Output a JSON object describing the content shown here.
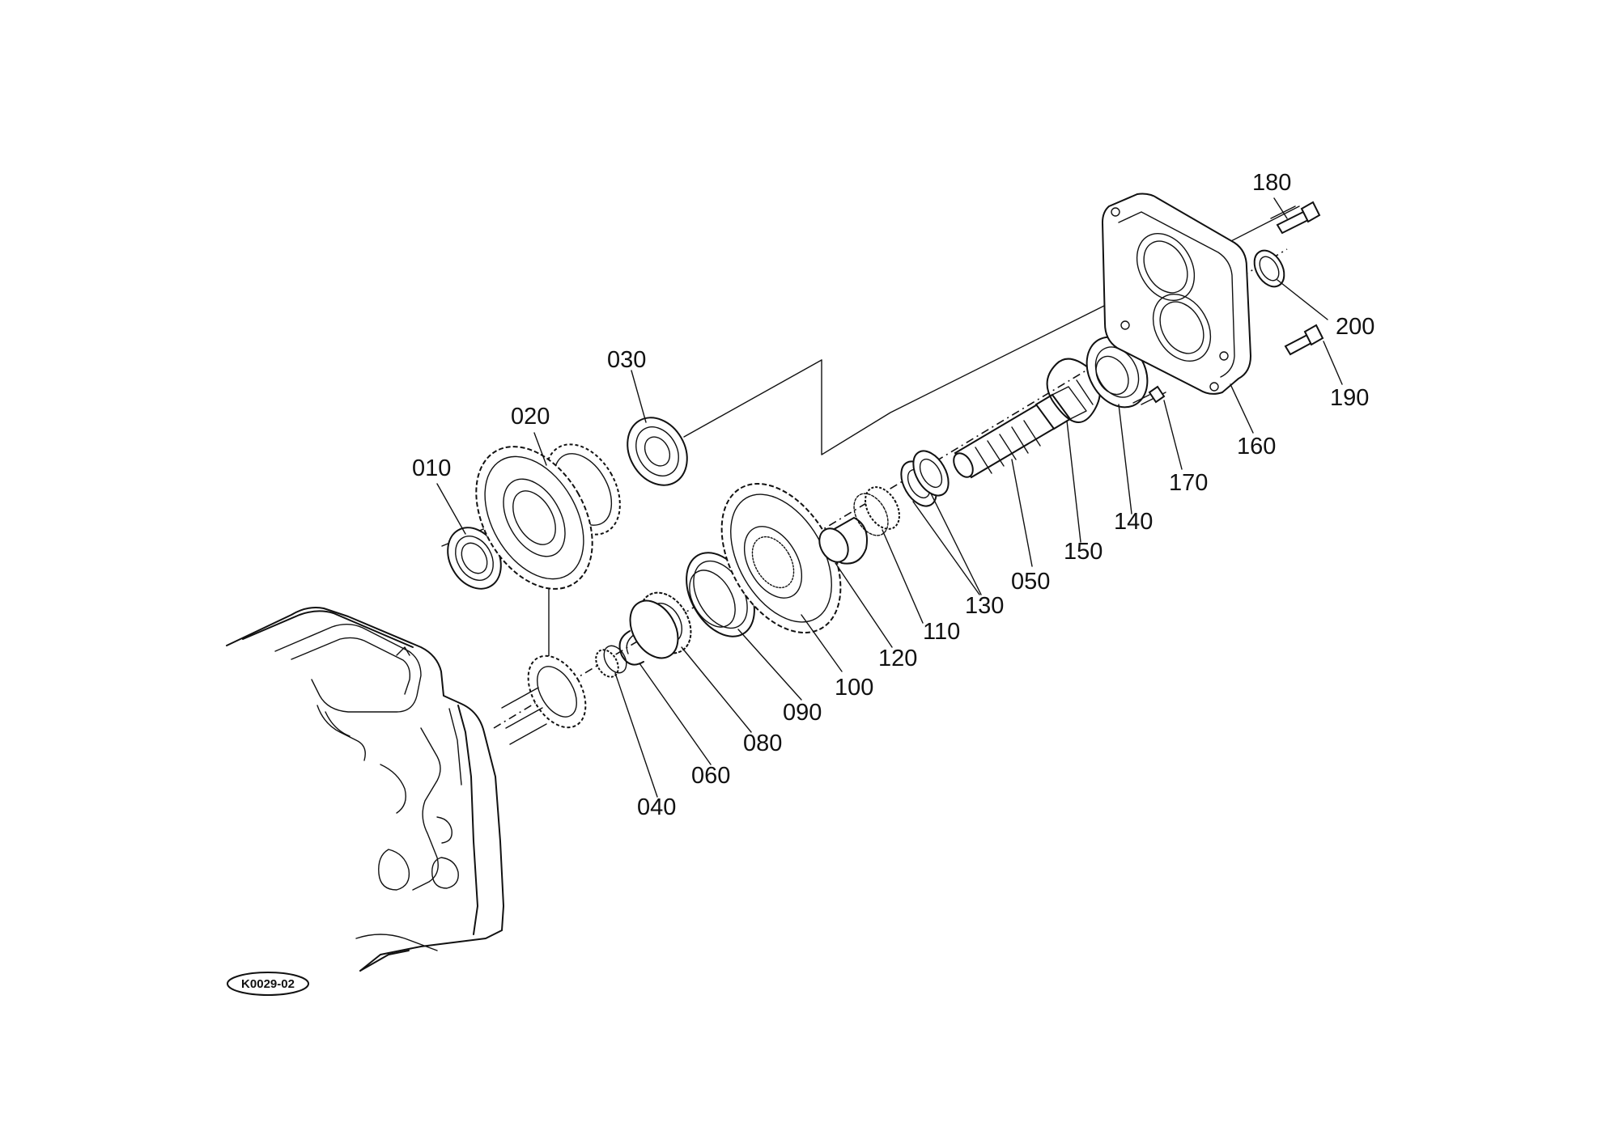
{
  "figure_code": "K0029-02",
  "callouts": [
    {
      "id": "010",
      "label": "010"
    },
    {
      "id": "020",
      "label": "020"
    },
    {
      "id": "030",
      "label": "030"
    },
    {
      "id": "040",
      "label": "040"
    },
    {
      "id": "050",
      "label": "050"
    },
    {
      "id": "060",
      "label": "060"
    },
    {
      "id": "080",
      "label": "080"
    },
    {
      "id": "090",
      "label": "090"
    },
    {
      "id": "100",
      "label": "100"
    },
    {
      "id": "110",
      "label": "110"
    },
    {
      "id": "120",
      "label": "120"
    },
    {
      "id": "130",
      "label": "130"
    },
    {
      "id": "140",
      "label": "140"
    },
    {
      "id": "150",
      "label": "150"
    },
    {
      "id": "160",
      "label": "160"
    },
    {
      "id": "170",
      "label": "170"
    },
    {
      "id": "180",
      "label": "180"
    },
    {
      "id": "190",
      "label": "190"
    },
    {
      "id": "200",
      "label": "200"
    }
  ]
}
